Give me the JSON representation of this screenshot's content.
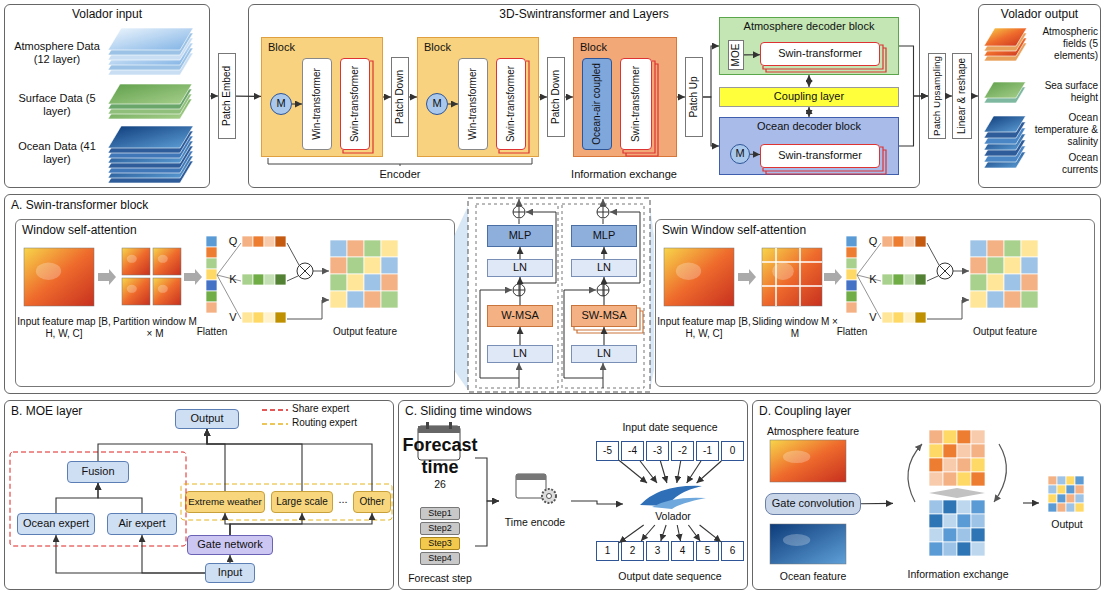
{
  "diagram": {
    "nodes": [
      {
        "text": [
          "Volador input"
        ]
      },
      {
        "text": [
          "Patch Embed"
        ]
      },
      {
        "text": [
          "3D-Swintransformer and Layers"
        ]
      },
      {
        "text": [
          "Block"
        ],
        "in": 2
      },
      {
        "text": [
          "M"
        ],
        "in": 3
      },
      {
        "text": [
          "Win-transformer"
        ],
        "in": 3
      },
      {
        "text": [
          "Swin-transformer"
        ],
        "in": 3
      },
      {
        "text": [
          "Patch Down"
        ],
        "in": 2
      },
      {
        "text": [
          "Block"
        ],
        "in": 2
      },
      {
        "text": [
          "M"
        ],
        "in": 8
      },
      {
        "text": [
          "Win-transformer"
        ],
        "in": 8
      },
      {
        "text": [
          "Swin-transformer"
        ],
        "in": 8
      },
      {
        "text": [
          "Patch Down"
        ],
        "in": 2
      },
      {
        "text": [
          "Block"
        ],
        "in": 2
      },
      {
        "text": [
          "Ocean-air coupled"
        ],
        "in": 13
      },
      {
        "text": [
          "Swin-transformer"
        ],
        "in": 13
      },
      {
        "text": [
          "Patch Up"
        ],
        "in": 2
      },
      {
        "text": [
          "Atmosphere decoder block"
        ],
        "in": 2
      },
      {
        "text": [
          "MOE"
        ],
        "in": 17
      },
      {
        "text": [
          "Swin-transformer"
        ],
        "in": 17
      },
      {
        "text": [
          "Coupling layer"
        ],
        "in": 2
      },
      {
        "text": [
          "Ocean decoder block"
        ],
        "in": 2
      },
      {
        "text": [
          "M"
        ],
        "in": 21
      },
      {
        "text": [
          "Swin-transformer"
        ],
        "in": 21
      },
      {
        "text": [
          "Patch Upsampling"
        ]
      },
      {
        "text": [
          "Linear & reshape"
        ]
      },
      {
        "text": [
          "Volador output"
        ]
      },
      {
        "text": [
          "A. Swin-transformer block"
        ]
      },
      {
        "text": [
          "Window self-attention"
        ],
        "in": 27
      },
      {
        "text": [
          "MLP"
        ],
        "in": 27
      },
      {
        "text": [
          "LN"
        ],
        "in": 27
      },
      {
        "text": [
          "W-MSA"
        ],
        "in": 27
      },
      {
        "text": [
          "LN"
        ],
        "in": 27
      },
      {
        "text": [
          "MLP"
        ],
        "in": 27
      },
      {
        "text": [
          "LN"
        ],
        "in": 27
      },
      {
        "text": [
          "SW-MSA"
        ],
        "in": 27
      },
      {
        "text": [
          "LN"
        ],
        "in": 27
      },
      {
        "text": [
          "Swin Window self-attention"
        ],
        "in": 27
      },
      {
        "text": [
          "B. MOE layer"
        ]
      },
      {
        "text": [
          "Output"
        ],
        "in": 38
      },
      {
        "text": [
          "Fusion"
        ],
        "in": 38
      },
      {
        "text": [
          "Ocean expert"
        ],
        "in": 38
      },
      {
        "text": [
          "Air expert"
        ],
        "in": 38
      },
      {
        "text": [
          "Extreme weather"
        ],
        "in": 38
      },
      {
        "text": [
          "Large scale"
        ],
        "in": 38
      },
      {
        "text": [
          "Other"
        ],
        "in": 38
      },
      {
        "text": [
          "Gate network"
        ],
        "in": 38
      },
      {
        "text": [
          "Input"
        ],
        "in": 38
      },
      {
        "text": [
          "C. Sliding time windows"
        ]
      },
      {
        "text": [
          "26",
          "Forecast time"
        ],
        "in": 48
      },
      {
        "text": [
          "Forecast step"
        ],
        "in": 48
      },
      {
        "text": [
          "Step1"
        ],
        "in": 50
      },
      {
        "text": [
          "Step2"
        ],
        "in": 50
      },
      {
        "text": [
          "Step3"
        ],
        "in": 50
      },
      {
        "text": [
          "Step4"
        ],
        "in": 50
      },
      {
        "text": [
          "Time encode"
        ],
        "in": 48
      },
      {
        "text": [
          "Input date sequence"
        ],
        "in": 48
      },
      {
        "text": [
          "-5"
        ],
        "in": 56
      },
      {
        "text": [
          "-4"
        ],
        "in": 56
      },
      {
        "text": [
          "-3"
        ],
        "in": 56
      },
      {
        "text": [
          "-2"
        ],
        "in": 56
      },
      {
        "text": [
          "-1"
        ],
        "in": 56
      },
      {
        "text": [
          "0"
        ],
        "in": 56
      },
      {
        "text": [
          "Volador"
        ],
        "in": 48
      },
      {
        "text": [
          "Output date sequence"
        ],
        "in": 48
      },
      {
        "text": [
          "1"
        ],
        "in": 64
      },
      {
        "text": [
          "2"
        ],
        "in": 64
      },
      {
        "text": [
          "3"
        ],
        "in": 64
      },
      {
        "text": [
          "4"
        ],
        "in": 64
      },
      {
        "text": [
          "5"
        ],
        "in": 64
      },
      {
        "text": [
          "6"
        ],
        "in": 64
      },
      {
        "text": [
          "D. Coupling layer"
        ]
      },
      {
        "text": [
          "Atmosphere feature"
        ],
        "in": 71
      },
      {
        "text": [
          "Gate convolution"
        ],
        "in": 71
      },
      {
        "text": [
          "Ocean feature"
        ],
        "in": 71
      },
      {
        "text": [
          "Information exchange"
        ],
        "in": 71
      },
      {
        "text": [
          "Output"
        ],
        "in": 71
      }
    ],
    "edges": [
      {
        "from": 0,
        "to": 1,
        "arrow": "to"
      },
      {
        "from": 1,
        "to": 3,
        "arrow": "to"
      },
      {
        "from": 3,
        "to": 7,
        "arrow": "to"
      },
      {
        "from": 7,
        "to": 8,
        "arrow": "to"
      },
      {
        "from": 8,
        "to": 12,
        "arrow": "to"
      },
      {
        "from": 12,
        "to": 13,
        "arrow": "to"
      },
      {
        "from": 13,
        "to": 16,
        "arrow": "to"
      },
      {
        "from": 16,
        "to": 17,
        "arrow": "to"
      },
      {
        "from": 16,
        "to": 21,
        "arrow": "to"
      },
      {
        "from": 17,
        "to": 20,
        "arrow": "both"
      },
      {
        "from": 21,
        "to": 20,
        "arrow": "both"
      },
      {
        "from": 17,
        "to": 24,
        "arrow": "to"
      },
      {
        "from": 21,
        "to": 24,
        "arrow": "to"
      },
      {
        "from": 24,
        "to": 25,
        "arrow": "to"
      },
      {
        "from": 25,
        "to": 26,
        "arrow": "to"
      },
      {
        "from": 4,
        "to": 5,
        "arrow": "to"
      },
      {
        "from": 9,
        "to": 10,
        "arrow": "to"
      },
      {
        "from": 18,
        "to": 19,
        "arrow": "to"
      },
      {
        "from": 22,
        "to": 23,
        "arrow": "to"
      },
      {
        "from": 32,
        "to": 31,
        "arrow": "to"
      },
      {
        "from": 31,
        "to": 30,
        "arrow": "to"
      },
      {
        "from": 30,
        "to": 29,
        "arrow": "to"
      },
      {
        "from": 36,
        "to": 35,
        "arrow": "to"
      },
      {
        "from": 35,
        "to": 34,
        "arrow": "to"
      },
      {
        "from": 34,
        "to": 33,
        "arrow": "to"
      },
      {
        "from": 47,
        "to": 46,
        "arrow": "to"
      },
      {
        "from": 47,
        "to": 41,
        "arrow": "to"
      },
      {
        "from": 47,
        "to": 42,
        "arrow": "to"
      },
      {
        "from": 46,
        "to": 43,
        "arrow": "to"
      },
      {
        "from": 46,
        "to": 44,
        "arrow": "to"
      },
      {
        "from": 46,
        "to": 45,
        "arrow": "to"
      },
      {
        "from": 41,
        "to": 40,
        "arrow": "to"
      },
      {
        "from": 42,
        "to": 40,
        "arrow": "to"
      },
      {
        "from": 40,
        "to": 39,
        "arrow": "to"
      },
      {
        "from": 43,
        "to": 39,
        "arrow": "to"
      },
      {
        "from": 44,
        "to": 39,
        "arrow": "to"
      },
      {
        "from": 45,
        "to": 39,
        "arrow": "to"
      },
      {
        "from": 49,
        "to": 55,
        "arrow": "to"
      },
      {
        "from": 50,
        "to": 55,
        "arrow": "to"
      },
      {
        "from": 55,
        "to": 63,
        "arrow": "to"
      },
      {
        "from": 57,
        "to": 63,
        "arrow": "to"
      },
      {
        "from": 58,
        "to": 63,
        "arrow": "to"
      },
      {
        "from": 59,
        "to": 63,
        "arrow": "to"
      },
      {
        "from": 60,
        "to": 63,
        "arrow": "to"
      },
      {
        "from": 61,
        "to": 63,
        "arrow": "to"
      },
      {
        "from": 62,
        "to": 63,
        "arrow": "to"
      },
      {
        "from": 63,
        "to": 65,
        "arrow": "to"
      },
      {
        "from": 63,
        "to": 66,
        "arrow": "to"
      },
      {
        "from": 63,
        "to": 67,
        "arrow": "to"
      },
      {
        "from": 63,
        "to": 68,
        "arrow": "to"
      },
      {
        "from": 63,
        "to": 69,
        "arrow": "to"
      },
      {
        "from": 63,
        "to": 70,
        "arrow": "to"
      },
      {
        "from": 73,
        "to": 75,
        "arrow": "to"
      },
      {
        "from": 75,
        "to": 76,
        "arrow": "to"
      }
    ],
    "labels": [
      "Atmosphere Data (12 layer)",
      "Surface Data (5 layer)",
      "Ocean Data (41 layer)",
      "Encoder",
      "Information exchange",
      "Atmospheric fields (5 elements)",
      "Sea surface height",
      "Ocean temperature & salinity",
      "Ocean currents",
      "Input feature map [B, H, W, C]",
      "Partition window M × M",
      "Flatten",
      "Q",
      "K",
      "V",
      "Output feature",
      "Input feature map [B, H, W, C]",
      "Sliding window M × M",
      "Flatten",
      "Q",
      "K",
      "V",
      "Output feature",
      "..."
    ],
    "legend": [
      {
        "text": "Share expert"
      },
      {
        "text": "Routing expert"
      }
    ]
  }
}
